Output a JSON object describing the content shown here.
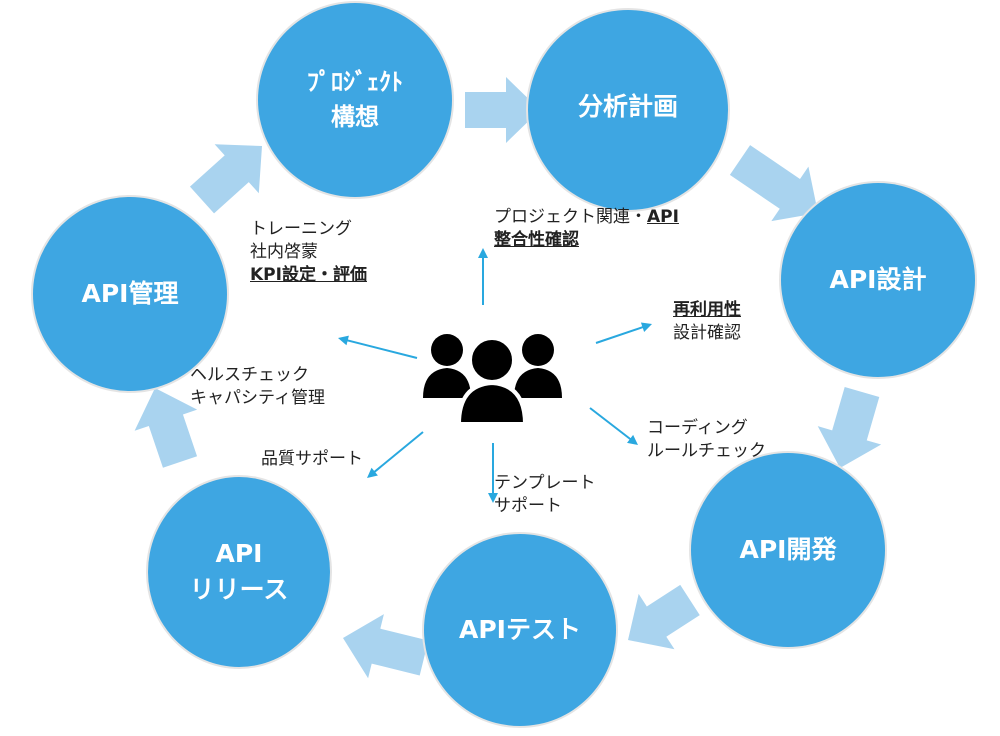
{
  "diagram": {
    "title": "",
    "colors": {
      "stage_circle": "#3ea6e2",
      "cycle_arrow": "#a9d3ef",
      "pointer_arrow": "#29a8df",
      "text_dark": "#222222",
      "people_icon": "#000000"
    },
    "stages": [
      {
        "id": "project-concept",
        "lines": [
          "ﾌﾟﾛｼﾞｪｸﾄ",
          "構想"
        ]
      },
      {
        "id": "analysis-plan",
        "lines": [
          "分析計画"
        ]
      },
      {
        "id": "api-design",
        "lines": [
          "API設計"
        ]
      },
      {
        "id": "api-development",
        "lines": [
          "API開発"
        ]
      },
      {
        "id": "api-test",
        "lines": [
          "APIテスト"
        ]
      },
      {
        "id": "api-release",
        "lines": [
          "API",
          "リリース"
        ]
      },
      {
        "id": "api-management",
        "lines": [
          "API管理"
        ]
      }
    ],
    "cycle_order": [
      "project-concept",
      "analysis-plan",
      "api-design",
      "api-development",
      "api-test",
      "api-release",
      "api-management",
      "project-concept"
    ],
    "center_icon": "people-group-icon",
    "notes": {
      "top": {
        "line1_plain": "プロジェクト関連・",
        "line1_bold": "API",
        "line2_bold": "整合性確認"
      },
      "top_left": {
        "line1": "トレーニング",
        "line2": "社内啓蒙",
        "line3_bold": "KPI設定・評価"
      },
      "right": {
        "line1_bold": "再利用性",
        "line2": "設計確認"
      },
      "left": {
        "line1": "ヘルスチェック",
        "line2": "キャパシティ管理"
      },
      "bottom_right": {
        "line1": "コーディング",
        "line2": "ルールチェック"
      },
      "bottom_left": {
        "line1": "品質サポート"
      },
      "bottom": {
        "line1": "テンプレート",
        "line2": "サポート"
      }
    }
  }
}
